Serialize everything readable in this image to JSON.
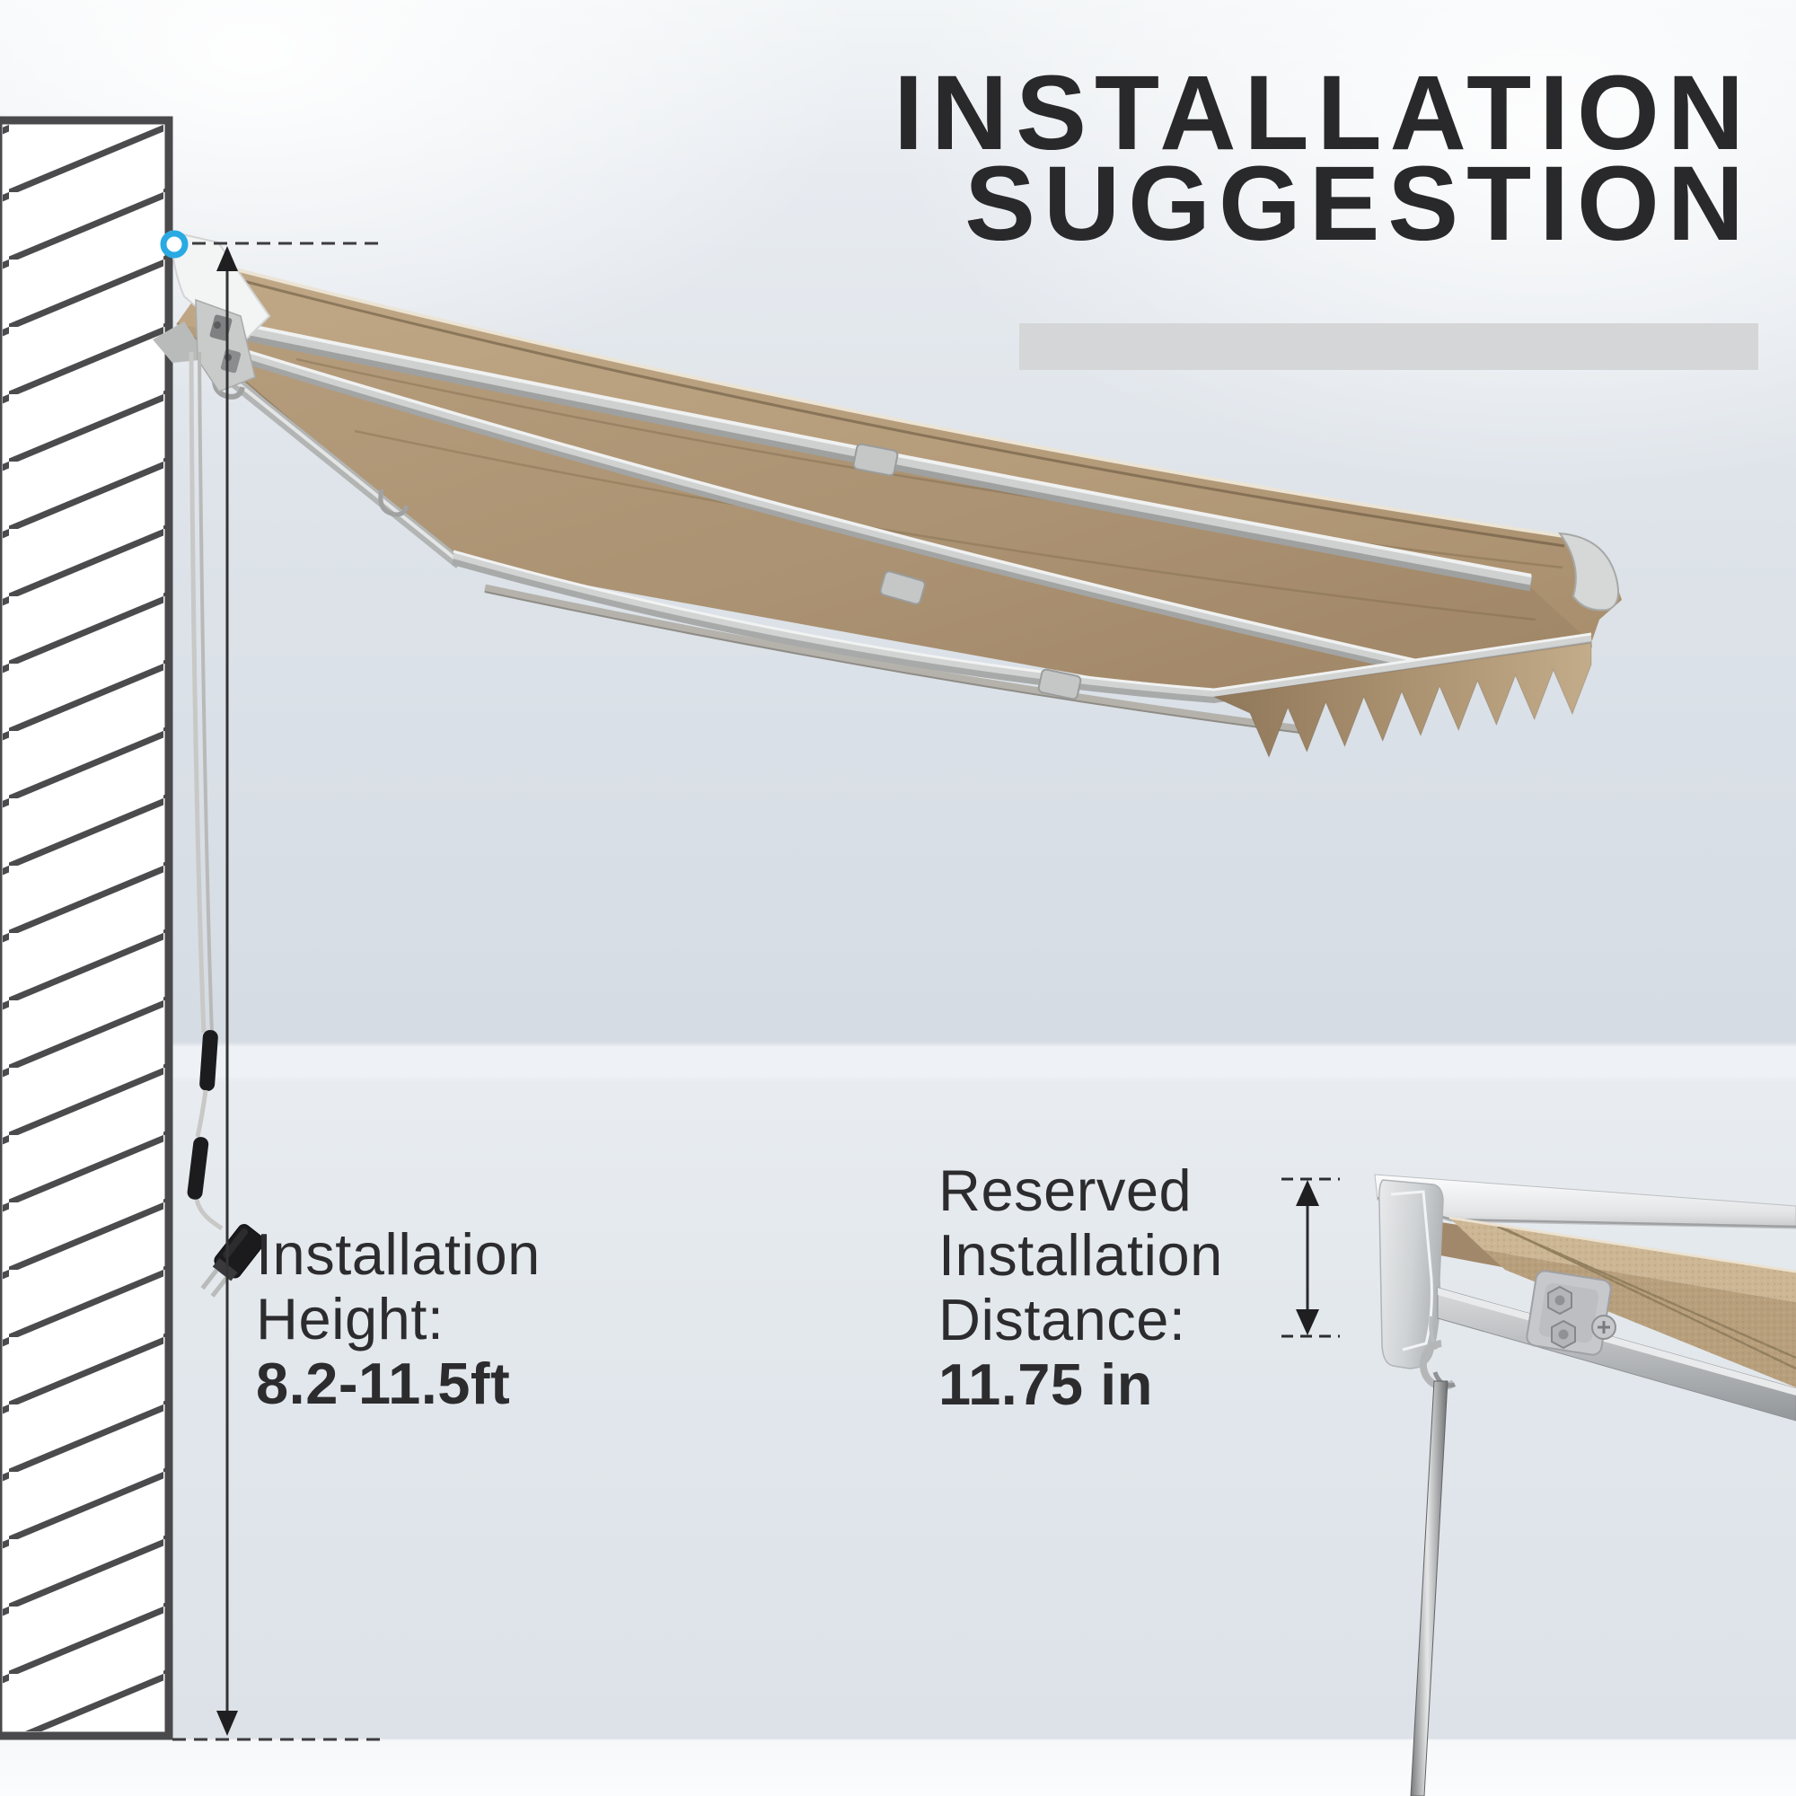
{
  "title": {
    "line1": "INSTALLATION",
    "line2": "SUGGESTION"
  },
  "installation_height": {
    "line1": "Installation",
    "line2": "Height:",
    "value": "8.2-11.5ft"
  },
  "reserved_distance": {
    "line1": "Reserved",
    "line2": "Installation",
    "line3": "Distance:",
    "value": "11.75 in"
  },
  "colors": {
    "accent_blue": "#29aae3",
    "fabric_beige": "#b49b7a",
    "fabric_dark": "#9a8263",
    "title_text": "#29292b",
    "body_text": "#2c2c2e",
    "divider_gray": "#d5d6d7",
    "dimension_line": "#333335",
    "wall_line": "#4a4a4c"
  }
}
